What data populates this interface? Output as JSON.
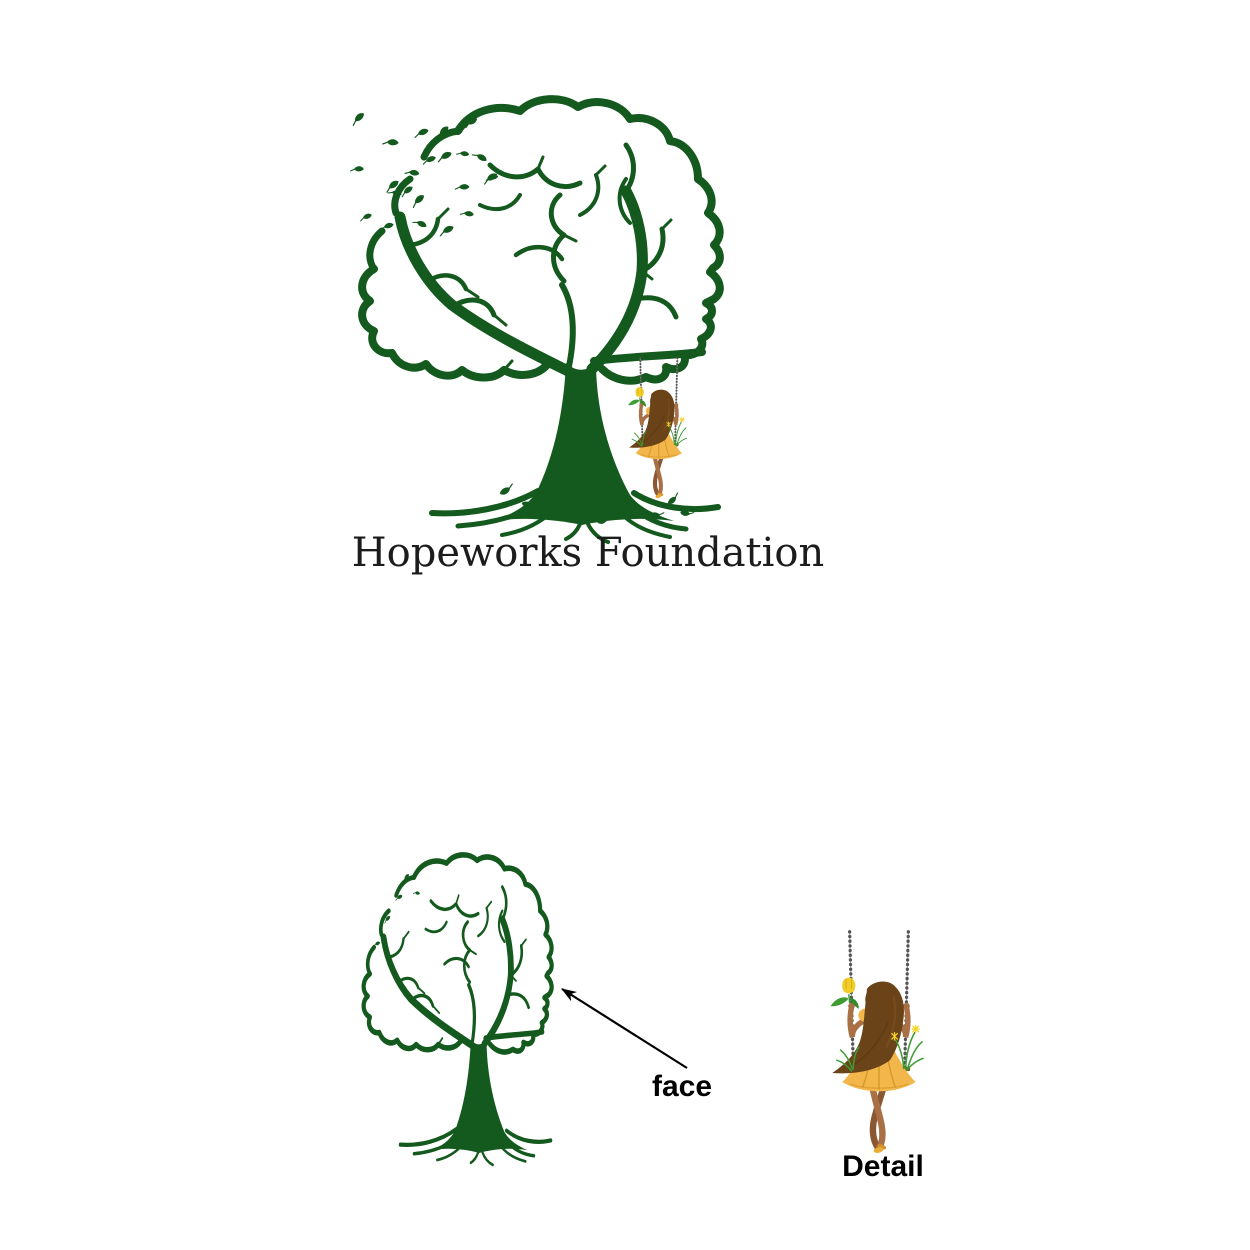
{
  "page": {
    "background_color": "#ffffff"
  },
  "logo": {
    "brand_name": "Hopeworks Foundation",
    "icon": "brain-tree-with-girl-on-swing",
    "colors": {
      "tree_green": "#14591d",
      "wordmark_text": "#1c1c1c"
    }
  },
  "variant_figure": {
    "label": "face",
    "icon": "brain-tree",
    "arrow_color": "#000000"
  },
  "detail_figure": {
    "label": "Detail",
    "icon": "girl-on-swing",
    "colors": {
      "dress_yellow": "#f2b64a",
      "dress_shade": "#d8992a",
      "skin": "#a97046",
      "skin_shadow": "#8a5733",
      "hair_brown": "#6b4318",
      "belt_green": "#43a636",
      "chain_gray": "#999999",
      "shoe_yellow": "#e9ad36",
      "grass_green": "#3f9c35",
      "flower_yellow": "#f0cd28"
    }
  }
}
